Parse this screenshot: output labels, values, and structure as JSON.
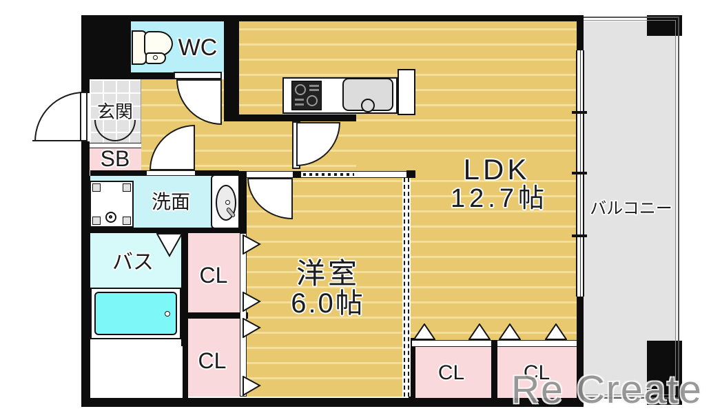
{
  "rooms": {
    "wc": {
      "label": "WC"
    },
    "entrance": {
      "label": "玄関"
    },
    "shoe_box": {
      "label": "SB"
    },
    "washroom": {
      "label": "洗面"
    },
    "bath": {
      "label": "バス"
    },
    "western_room": {
      "label": "洋室",
      "size": "6.0帖"
    },
    "ldk": {
      "label": "LDK",
      "size": "12.7帖"
    },
    "balcony": {
      "label": "バルコニー"
    },
    "closet_upper_left": {
      "label": "CL"
    },
    "closet_lower_left": {
      "label": "CL"
    },
    "closet_bottom_left": {
      "label": "CL"
    },
    "closet_bottom_right": {
      "label": "CL"
    }
  },
  "watermark": {
    "text": "Re Create"
  },
  "colors": {
    "floor_tan": "#e9c96f",
    "floor_tan_stripe": "#f4df9d",
    "wet_cyan": "#b9eff8",
    "washroom_cyan": "#c9f3f7",
    "bath_cyan": "#d6f9f9",
    "tub_cyan": "#7ef7f9",
    "closet_pink": "#f9d9dc",
    "tile_gray": "#e2e2e2",
    "balcony_gray": "#e3e3e3",
    "wall_black": "#0d0d0d"
  }
}
